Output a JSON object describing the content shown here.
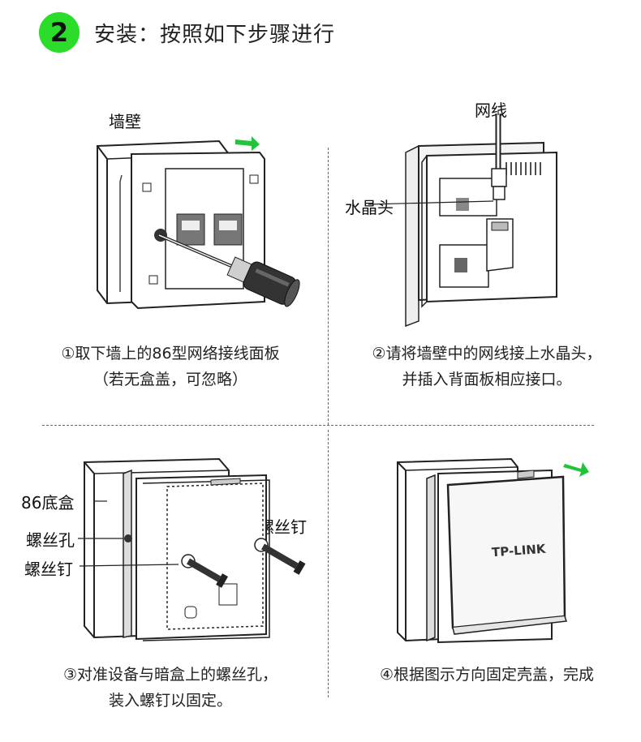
{
  "header": {
    "step_number": "2",
    "title": "安装：按照如下步骤进行"
  },
  "colors": {
    "accent": "#2bdc2b",
    "arrow": "#22c43a"
  },
  "steps": [
    {
      "caption_line1": "①取下墙上的86型网络接线面板",
      "caption_line2": "（若无盒盖，可忽略）",
      "labels": [
        "墙壁"
      ]
    },
    {
      "caption_line1": "②请将墙壁中的网线接上水晶头，",
      "caption_line2": "并插入背面板相应接口。",
      "labels": [
        "网线",
        "水晶头"
      ]
    },
    {
      "caption_line1": "③对准设备与暗盒上的螺丝孔，",
      "caption_line2": "装入螺钉以固定。",
      "labels": [
        "86底盒",
        "螺丝孔",
        "螺丝钉",
        "螺丝钉"
      ]
    },
    {
      "caption_line1": "④根据图示方向固定壳盖，完成",
      "caption_line2": "",
      "labels": [],
      "brand": "TP-LINK"
    }
  ]
}
